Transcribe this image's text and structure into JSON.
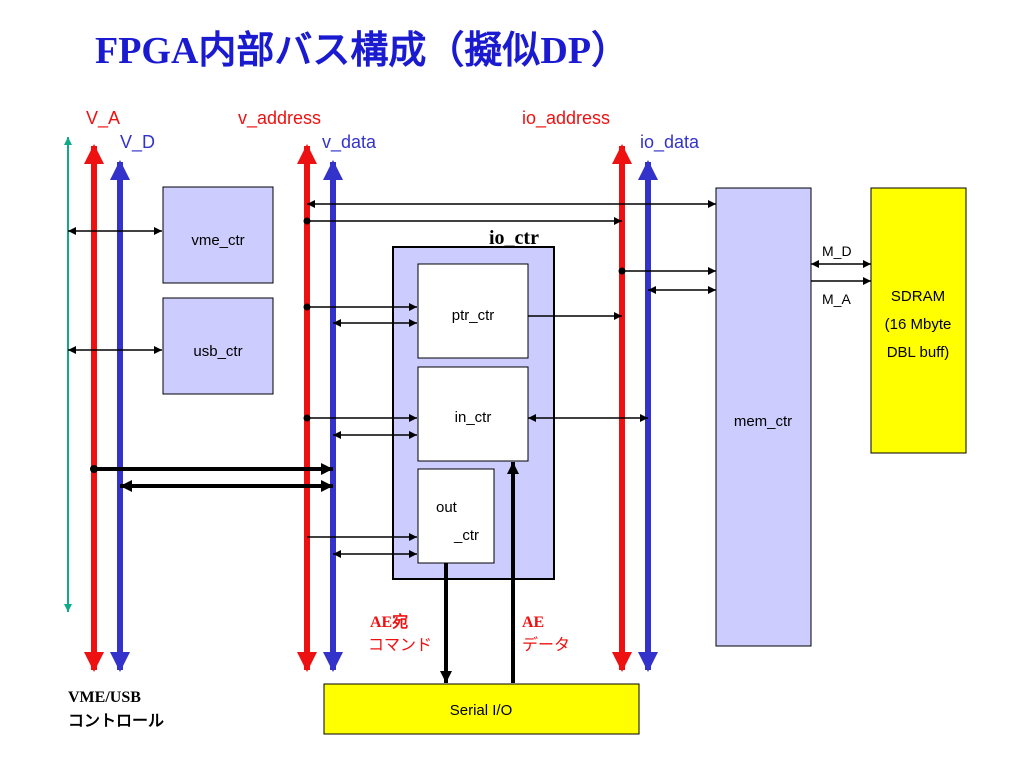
{
  "title": "FPGA内部バス構成（擬似DP）",
  "colors": {
    "title": "#1a1ad0",
    "address_bus": "#ee1111",
    "data_bus": "#3333cc",
    "control_line": "#11aa88",
    "block_fill": "#ccccff",
    "external_fill": "#ffff00",
    "inner_box_fill": "#ffffff",
    "label_red": "#ee1111"
  },
  "buses": {
    "v_a": "V_A",
    "v_d": "V_D",
    "v_address": "v_address",
    "v_data": "v_data",
    "io_address": "io_address",
    "io_data": "io_data"
  },
  "blocks": {
    "vme_ctr": "vme_ctr",
    "usb_ctr": "usb_ctr",
    "io_ctr": "io_ctr",
    "ptr_ctr": "ptr_ctr",
    "in_ctr": "in_ctr",
    "out_ctr_line1": "out",
    "out_ctr_line2": "_ctr",
    "mem_ctr": "mem_ctr",
    "sdram_line1": "SDRAM",
    "sdram_line2": "(16 Mbyte",
    "sdram_line3": "DBL buff)",
    "serial_io": "Serial I/O"
  },
  "signals": {
    "m_d": "M_D",
    "m_a": "M_A",
    "ae_addr_line1": "AE宛",
    "ae_addr_line2": "コマンド",
    "ae_data_line1": "AE",
    "ae_data_line2": "データ"
  },
  "footer": {
    "line1": "VME/USB",
    "line2": "コントロール"
  }
}
